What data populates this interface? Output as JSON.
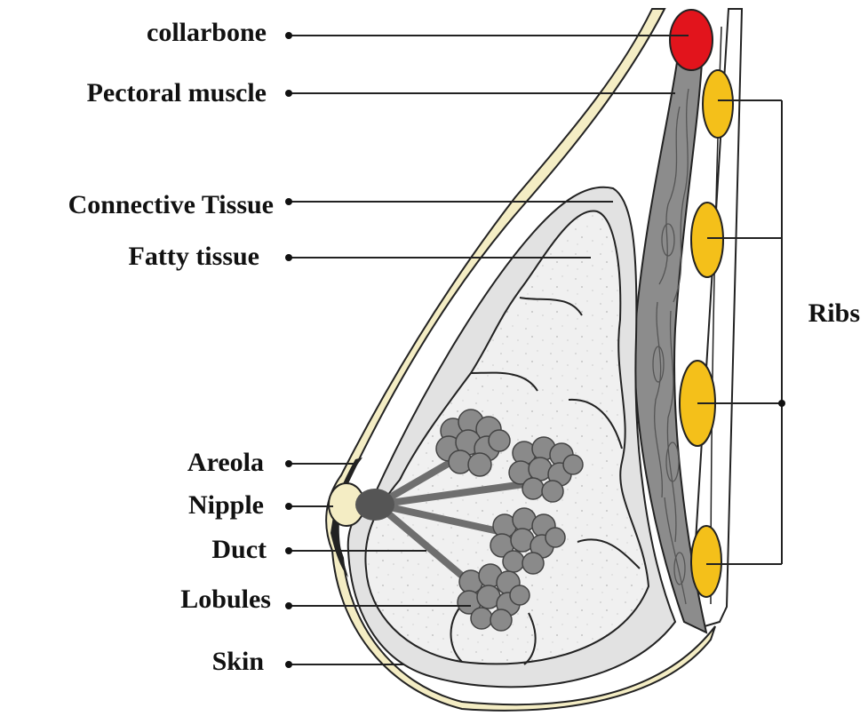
{
  "labels": {
    "collarbone": "collarbone",
    "pectoral": "Pectoral muscle",
    "connective": "Connective Tissue",
    "fatty": "Fatty tissue",
    "areola": "Areola",
    "nipple": "Nipple",
    "duct": "Duct",
    "lobules": "Lobules",
    "skin": "Skin",
    "ribs": "Ribs"
  },
  "colors": {
    "skin": "#f4edc4",
    "collarbone": "#e2141c",
    "rib": "#f4c01a",
    "muscle": "#8c8c8c",
    "connective": "#e2e2e2",
    "fat": "#f0f0f0",
    "lobule": "#8a8a8a",
    "duct": "#6e6e6e",
    "line": "#222222"
  }
}
